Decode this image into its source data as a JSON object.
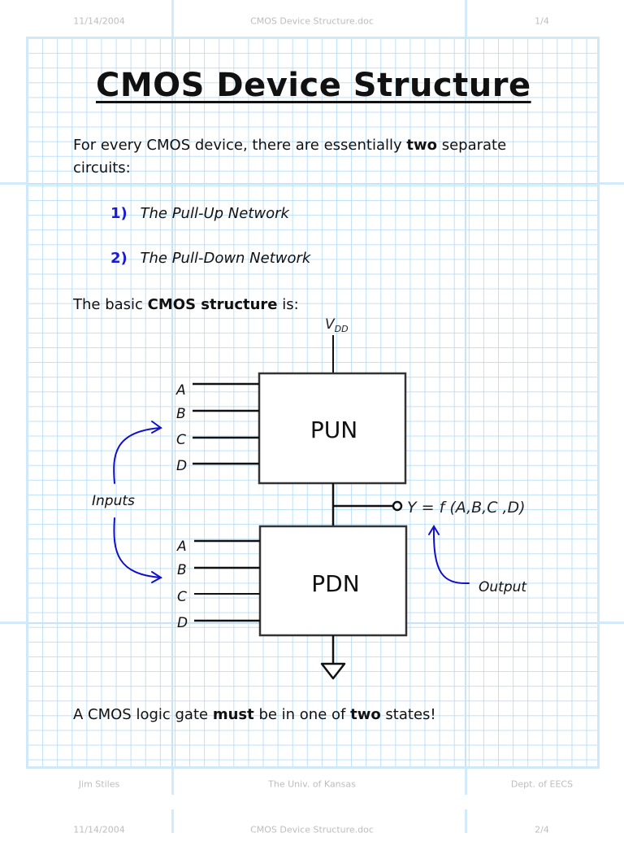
{
  "header": {
    "date": "11/14/2004",
    "filename": "CMOS Device Structure.doc",
    "page": "1/4"
  },
  "footer": {
    "author": "Jim Stiles",
    "institution": "The Univ. of Kansas",
    "department": "Dept. of EECS"
  },
  "next_header": {
    "date": "11/14/2004",
    "filename": "CMOS Device Structure.doc",
    "page": "2/4"
  },
  "title": "CMOS Device Structure",
  "intro": {
    "pre": "For every CMOS device, there are essentially ",
    "bold": "two",
    "post": " separate",
    "line2": "circuits:"
  },
  "list": [
    {
      "number": "1)",
      "text": "The Pull-Up Network"
    },
    {
      "number": "2)",
      "text": "The Pull-Down Network"
    }
  ],
  "structure_line": {
    "pre": "The basic ",
    "bold": "CMOS structure",
    "post": " is:"
  },
  "diagram": {
    "vdd_label": "V",
    "vdd_sub": "DD",
    "pun_label": "PUN",
    "pdn_label": "PDN",
    "pun_inputs": [
      "A",
      "B",
      "C",
      "D"
    ],
    "pdn_inputs": [
      "A",
      "B",
      "C",
      "D"
    ],
    "inputs_label": "Inputs",
    "output_label": "Output",
    "output_expr": "Y = f (A,B,C ,D)",
    "arrow_color": "#1010cc",
    "ground_icon": "ground-symbol"
  },
  "conclusion": {
    "pre": "A CMOS logic gate ",
    "bold1": "must",
    "mid": " be in one of ",
    "bold2": "two",
    "post": " states!"
  },
  "colors": {
    "grid": "#aad7f5",
    "frame": "#cfe9fa",
    "accent_number": "#1a1ad6"
  }
}
